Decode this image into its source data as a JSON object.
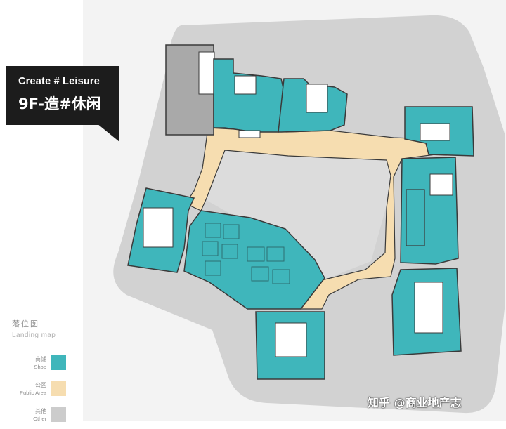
{
  "title": {
    "en": "Create # Leisure",
    "cn": "9F-造#休闲"
  },
  "legend": {
    "title": "落位图",
    "subtitle": "Landing map",
    "items": [
      {
        "cn": "商铺",
        "en": "Shop",
        "color": "#3fb6bb"
      },
      {
        "cn": "公区",
        "en": "Public Area",
        "color": "#f6ddb0"
      },
      {
        "cn": "其他",
        "en": "Other",
        "color": "#cccccc"
      }
    ]
  },
  "colors": {
    "site": "#d2d2d2",
    "shop": "#3fb6bb",
    "public": "#f6ddb0",
    "other": "#a9a9a9",
    "wall": "#3a3a3a"
  },
  "watermark": "知乎 @商业地产志"
}
